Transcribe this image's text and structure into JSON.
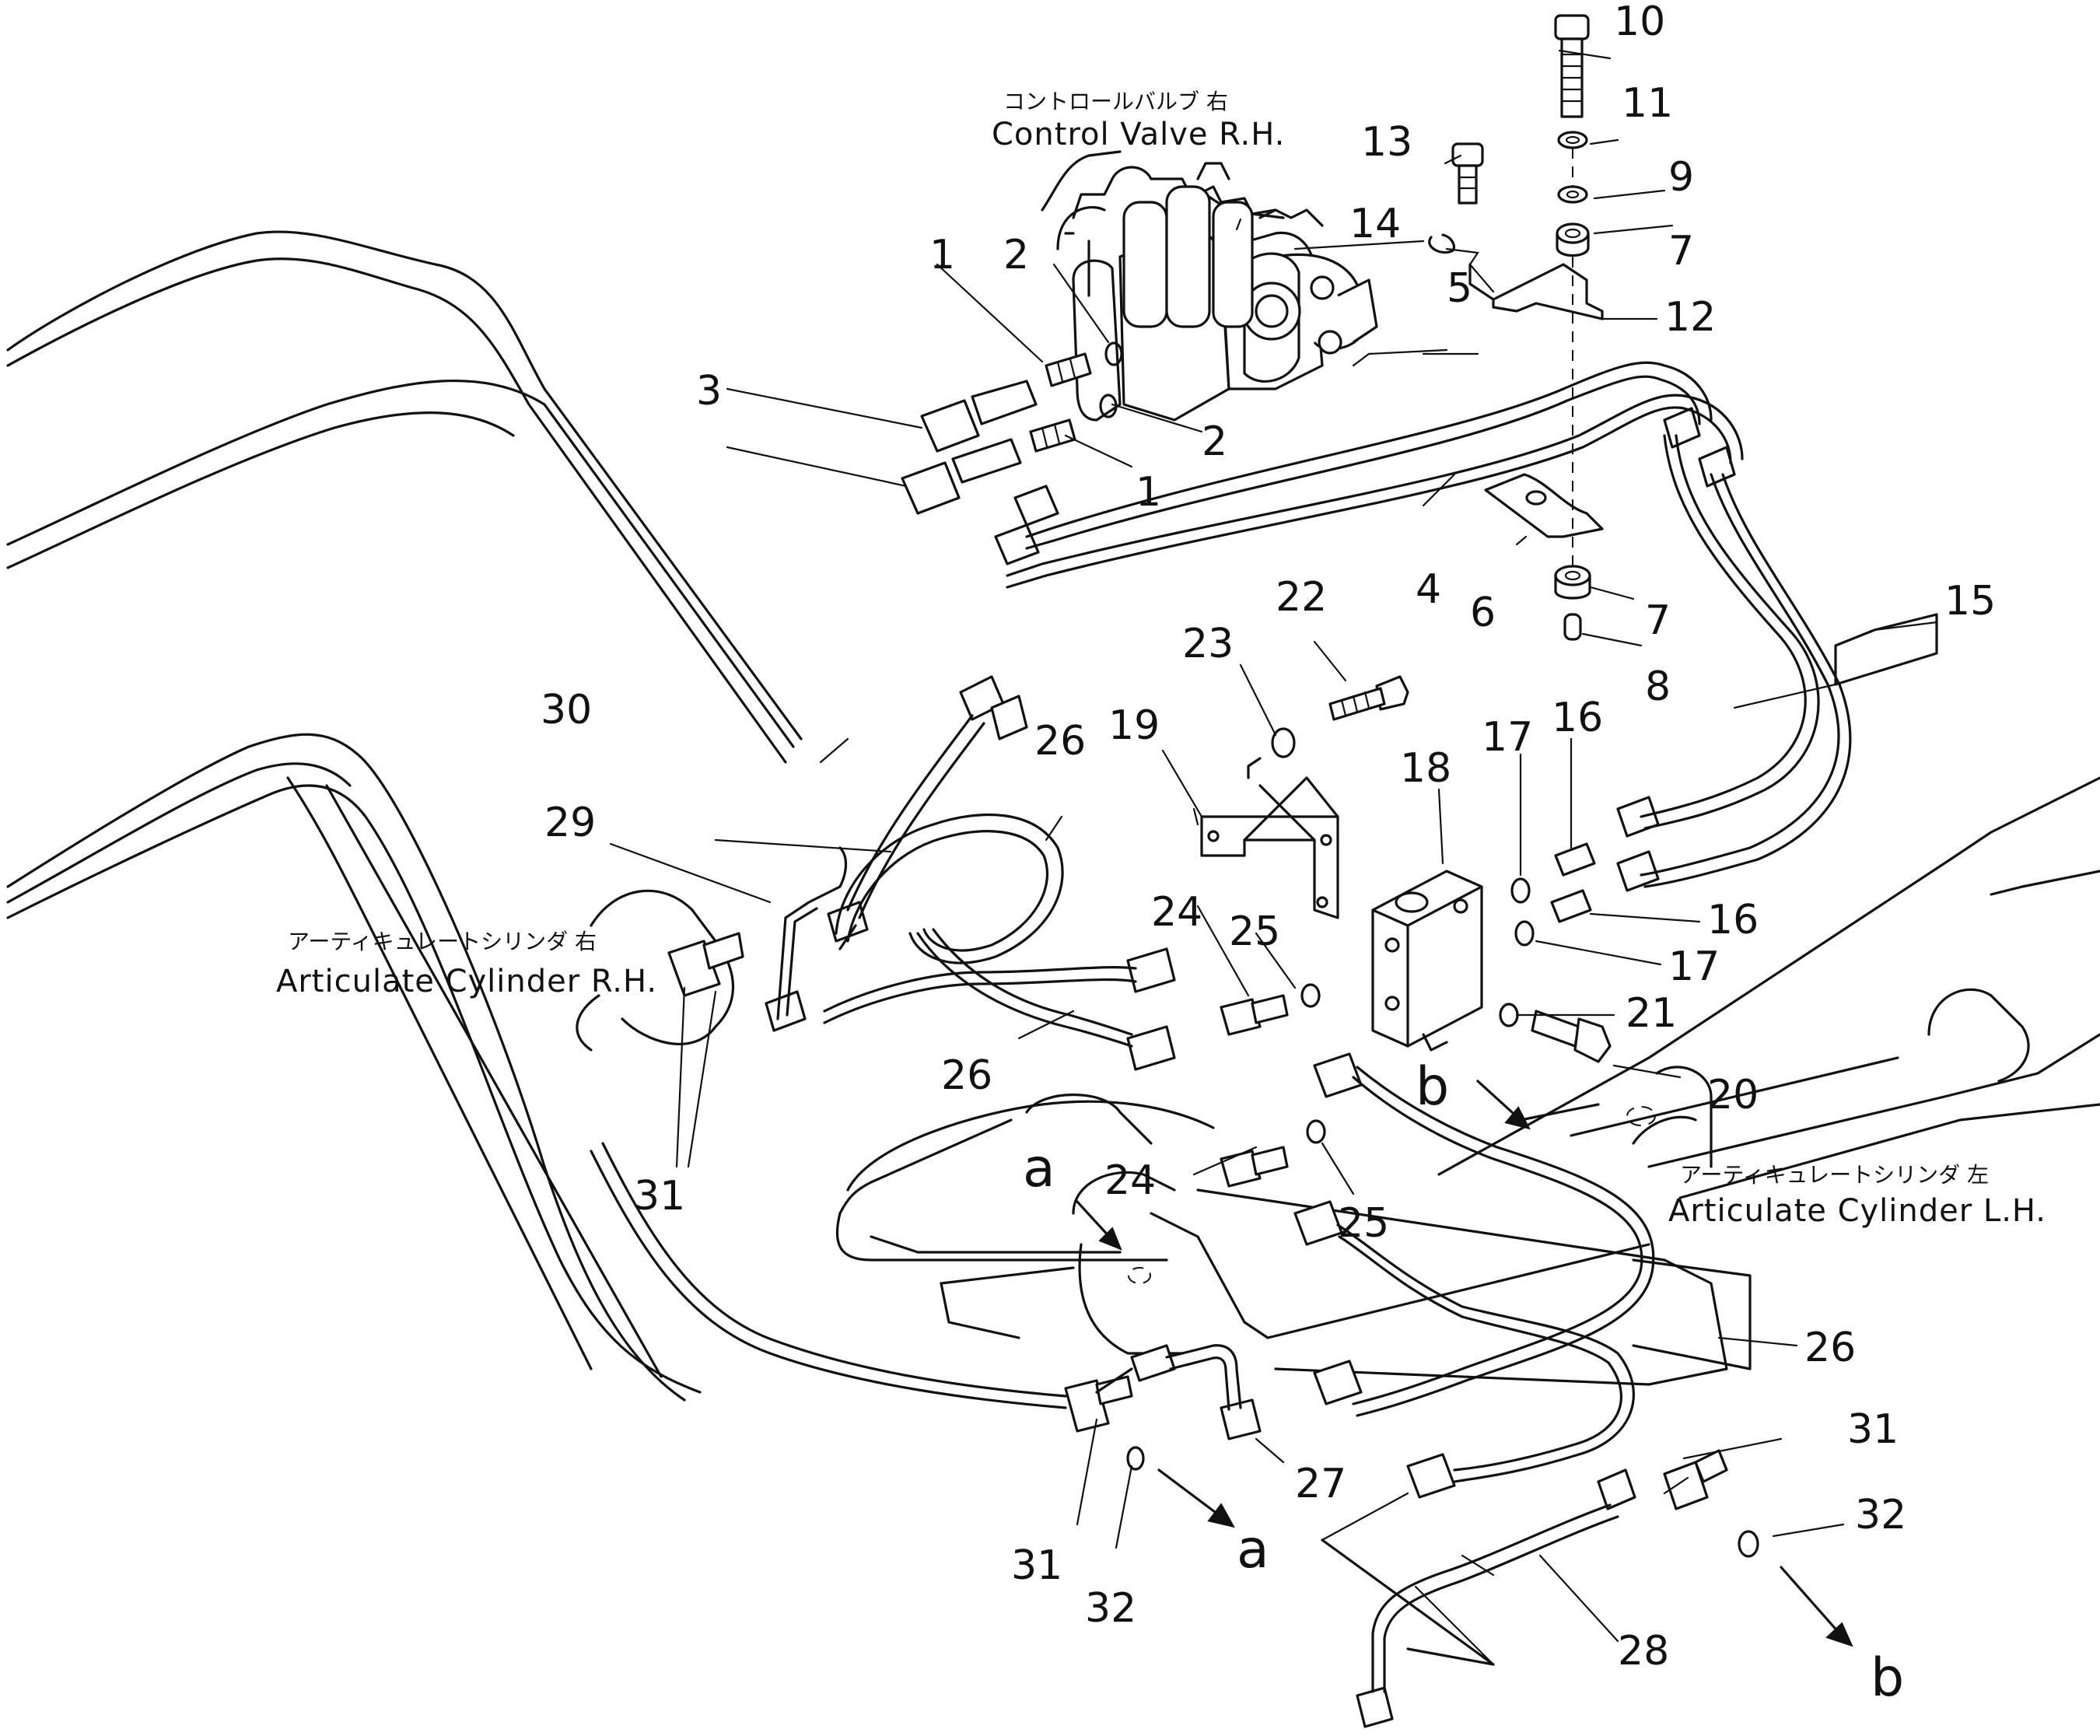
{
  "labels": {
    "control_valve": {
      "jp": "コントロールバルブ 右",
      "en": "Control Valve R.H."
    },
    "articulate_rh": {
      "jp": "アーティキュレートシリンダ 右",
      "en": "Articulate Cylinder R.H."
    },
    "articulate_lh": {
      "jp": "アーティキュレートシリンダ 左",
      "en": "Articulate Cylinder L.H."
    }
  },
  "callouts": {
    "c1a": "1",
    "c1b": "1",
    "c2a": "2",
    "c2b": "2",
    "c3": "3",
    "c4": "4",
    "c5": "5",
    "c6": "6",
    "c7a": "7",
    "c7b": "7",
    "c8": "8",
    "c9": "9",
    "c10": "10",
    "c11": "11",
    "c12": "12",
    "c13": "13",
    "c14": "14",
    "c15": "15",
    "c16a": "16",
    "c16b": "16",
    "c17a": "17",
    "c17b": "17",
    "c18": "18",
    "c19": "19",
    "c20": "20",
    "c21": "21",
    "c22": "22",
    "c23": "23",
    "c24a": "24",
    "c24b": "24",
    "c25a": "25",
    "c25b": "25",
    "c26a": "26",
    "c26b": "26",
    "c26c": "26",
    "c27": "27",
    "c28": "28",
    "c29": "29",
    "c30": "30",
    "c31a": "31",
    "c31b": "31",
    "c31c": "31",
    "c32a": "32",
    "c32b": "32"
  },
  "view_markers": {
    "a1": "a",
    "a2": "a",
    "b1": "b",
    "b2": "b"
  }
}
